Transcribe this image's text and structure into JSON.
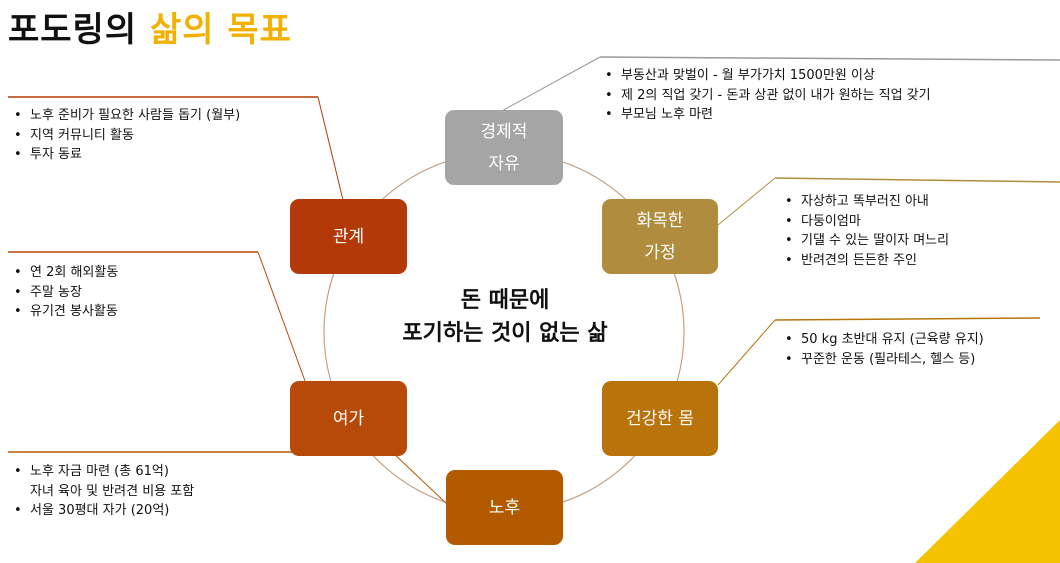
{
  "title": {
    "main": "포도링의 ",
    "accent": "삶의 목표"
  },
  "center": {
    "line1": "돈 때문에",
    "line2": "포기하는 것이 없는 삶"
  },
  "nodes": {
    "economic": {
      "line1": "경제적",
      "line2": "자유",
      "color": "#a5a5a5"
    },
    "family": {
      "line1": "화목한",
      "line2": "가정",
      "color": "#b08d3e"
    },
    "health": {
      "label": "건강한 몸",
      "color": "#b8740a"
    },
    "retire": {
      "label": "노후",
      "color": "#b35a00"
    },
    "leisure": {
      "label": "여가",
      "color": "#b74a08"
    },
    "relation": {
      "label": "관계",
      "color": "#b33a08"
    }
  },
  "bullets": {
    "economic": [
      "부동산과 맞벌이 - 월 부가가치 1500만원 이상",
      "제 2의 직업 갖기 - 돈과 상관 없이 내가 원하는 직업 갖기",
      "부모님 노후 마련"
    ],
    "family": [
      "자상하고 똑부러진 아내",
      "다둥이엄마",
      "기댈 수 있는 딸이자 며느리",
      "반려견의 든든한 주인"
    ],
    "health": [
      "50 kg 초반대 유지 (근육량 유지)",
      "꾸준한 운동 (필라테스, 헬스 등)"
    ],
    "relation": [
      "노후 준비가 필요한 사람들 돕기 (월부)",
      "지역 커뮤니티 활동",
      "투자 동료"
    ],
    "leisure": [
      "연 2회 해외활동",
      "주말 농장",
      "유기견 봉사활동"
    ],
    "retire": [
      "노후 자금 마련 (총 61억)",
      "서울 30평대 자가 (20억)"
    ],
    "retire_continuation": "자녀 육아 및 반려견 비용 포함"
  },
  "colors": {
    "accent": "#f2b100",
    "ring": "#c8a080",
    "corner": "#f5c200"
  }
}
